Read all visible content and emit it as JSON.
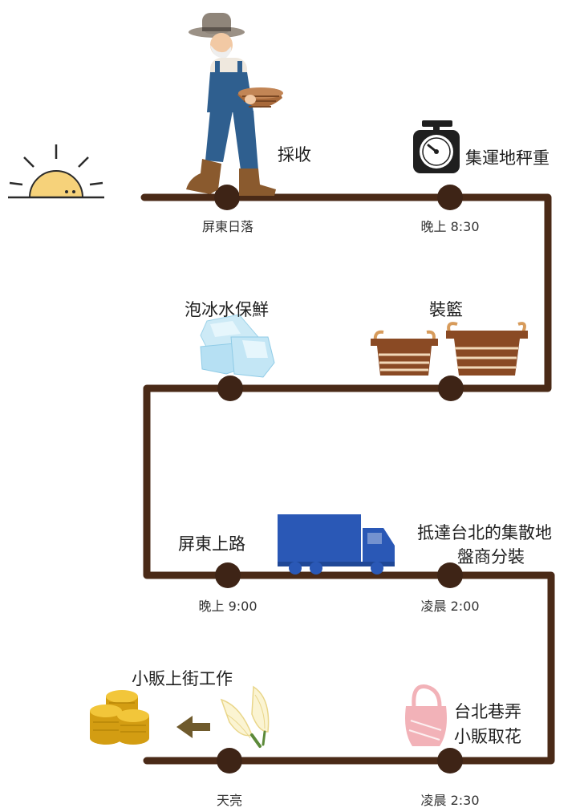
{
  "steps": {
    "harvest": "採收",
    "weigh": "集運地秤重",
    "ice": "泡冰水保鮮",
    "basket": "裝籃",
    "depart": "屏東上路",
    "arrive_line1": "抵達台北的集散地",
    "arrive_line2": "盤商分裝",
    "vendor_pick_line1": "台北巷弄",
    "vendor_pick_line2": "小販取花",
    "vendor_work": "小販上街工作"
  },
  "times": {
    "sunset": "屏東日落",
    "evening_830": "晚上 8:30",
    "evening_900": "晚上 9:00",
    "dawn_200": "凌晨 2:00",
    "dawn_230": "凌晨 2:30",
    "daybreak": "天亮"
  },
  "colors": {
    "path": "#4a2a17",
    "truck": "#2a58b6",
    "sun": "#f6d27a",
    "ice": "#bfe3f3",
    "basket": "#8a4a24",
    "bag": "#f2b2b8",
    "coin": "#e0b21d",
    "arrow": "#6f5a2c"
  }
}
